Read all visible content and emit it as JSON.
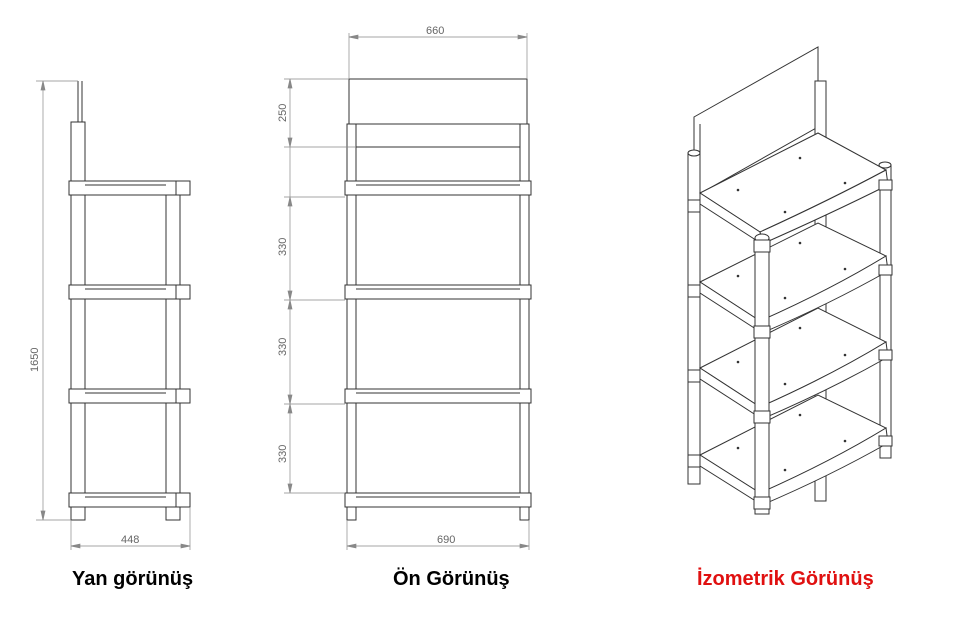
{
  "drawing": {
    "side_view": {
      "caption": "Yan görünüş",
      "dim_height": "1650",
      "dim_width": "448"
    },
    "front_view": {
      "caption": "Ön Görünüş",
      "dim_top_width": "660",
      "dim_header": "250",
      "dim_gap_1": "330",
      "dim_gap_2": "330",
      "dim_gap_3": "330",
      "dim_bottom_width": "690"
    },
    "iso_view": {
      "caption": "İzometrik Görünüş"
    },
    "colors": {
      "line": "#333333",
      "dimension": "#888888",
      "caption_black": "#000000",
      "caption_red": "#e01010"
    }
  }
}
